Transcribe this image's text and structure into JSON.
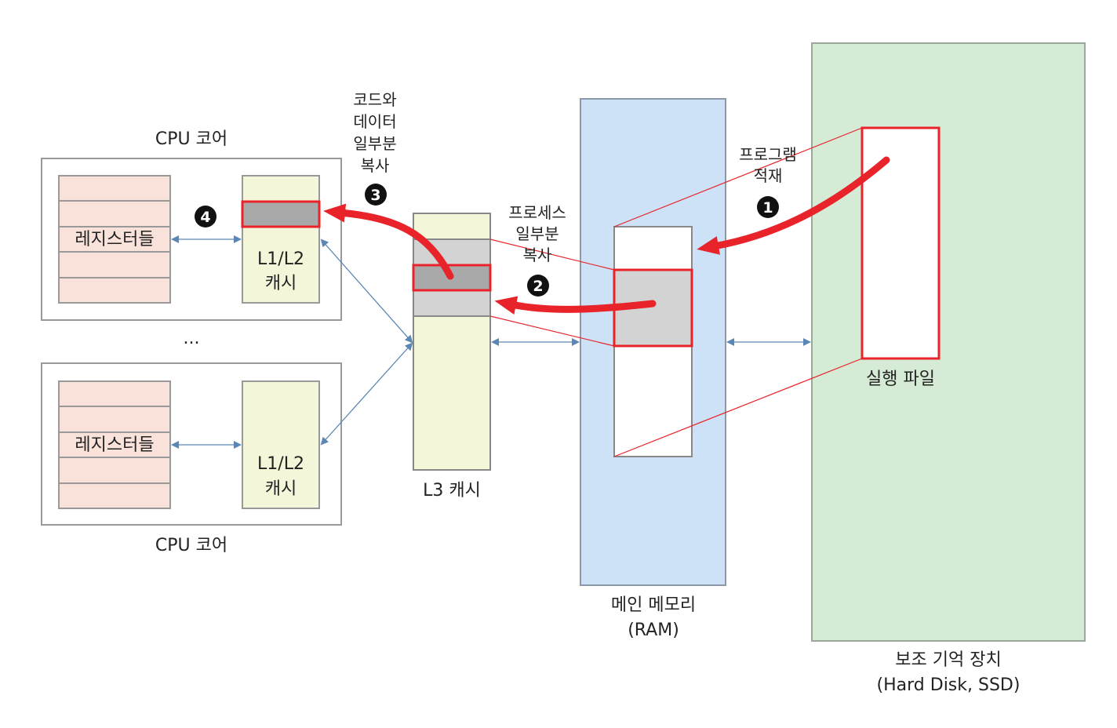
{
  "cpu_cores": [
    {
      "label": "CPU 코어",
      "registers_label": "레지스터들",
      "cache_label_line1": "L1/L2",
      "cache_label_line2": "캐시"
    },
    {
      "label": "CPU 코어",
      "registers_label": "레지스터들",
      "cache_label_line1": "L1/L2",
      "cache_label_line2": "캐시"
    }
  ],
  "ellipsis": "...",
  "l3_cache": {
    "label": "L3 캐시"
  },
  "main_memory": {
    "label_line1": "메인 메모리",
    "label_line2": "(RAM)"
  },
  "secondary_storage": {
    "label_line1": "보조 기억 장치",
    "label_line2": "(Hard Disk, SSD)",
    "file_label": "실행 파일"
  },
  "steps": [
    {
      "number": "1",
      "lines": [
        "프로그램",
        "적재"
      ]
    },
    {
      "number": "2",
      "lines": [
        "프로세스",
        "일부분",
        "복사"
      ]
    },
    {
      "number": "3",
      "lines": [
        "코드와",
        "데이터",
        "일부분",
        "복사"
      ]
    },
    {
      "number": "4",
      "lines": []
    }
  ],
  "colors": {
    "register_fill": "#f8e2da",
    "cache_fill": "#f3f6d8",
    "ram_fill": "#cde2f6",
    "storage_fill": "#d6ebd5",
    "highlight_gray": "#d3d3d3",
    "dark_gray": "#a9a9a9",
    "accent_red": "#e8232a",
    "connector_blue": "#5b87b5"
  }
}
